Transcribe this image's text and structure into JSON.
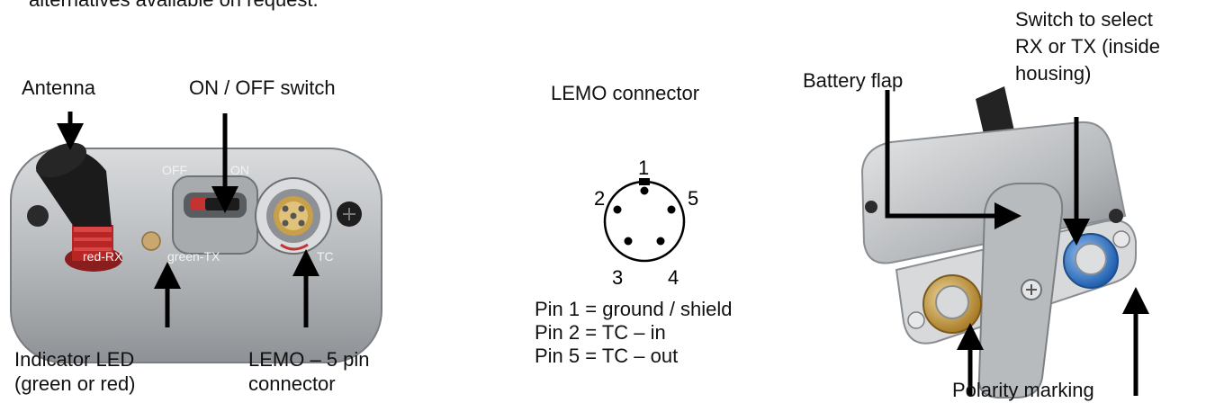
{
  "intro_text": "alternatives available on request.",
  "left_device": {
    "labels": {
      "antenna": "Antenna",
      "switch": "ON / OFF switch",
      "led_line1": "Indicator LED",
      "led_line2": "(green or red)",
      "lemo_line1": "LEMO – 5 pin",
      "lemo_line2": "connector"
    },
    "printed": {
      "off": "OFF",
      "on": "ON",
      "red_rx": "red-RX",
      "green_tx": "green-TX",
      "tc": "TC"
    }
  },
  "connector": {
    "title": "LEMO connector",
    "pins": [
      "1",
      "2",
      "3",
      "4",
      "5"
    ],
    "legend": [
      "Pin 1 = ground / shield",
      "Pin 2 = TC – in",
      "Pin 5 = TC – out"
    ]
  },
  "right_device": {
    "labels": {
      "battery_flap": "Battery flap",
      "switch_line1": "Switch to select",
      "switch_line2": "RX or TX (inside",
      "switch_line3": "housing)",
      "polarity": "Polarity marking"
    }
  },
  "colors": {
    "arrow": "#000000",
    "housing": "#b9bcc0",
    "antenna": "#1c1c1c",
    "antenna_ring": "#c22a2a",
    "blue_knob": "#3b7fd0",
    "gold_knob": "#c9a245"
  }
}
